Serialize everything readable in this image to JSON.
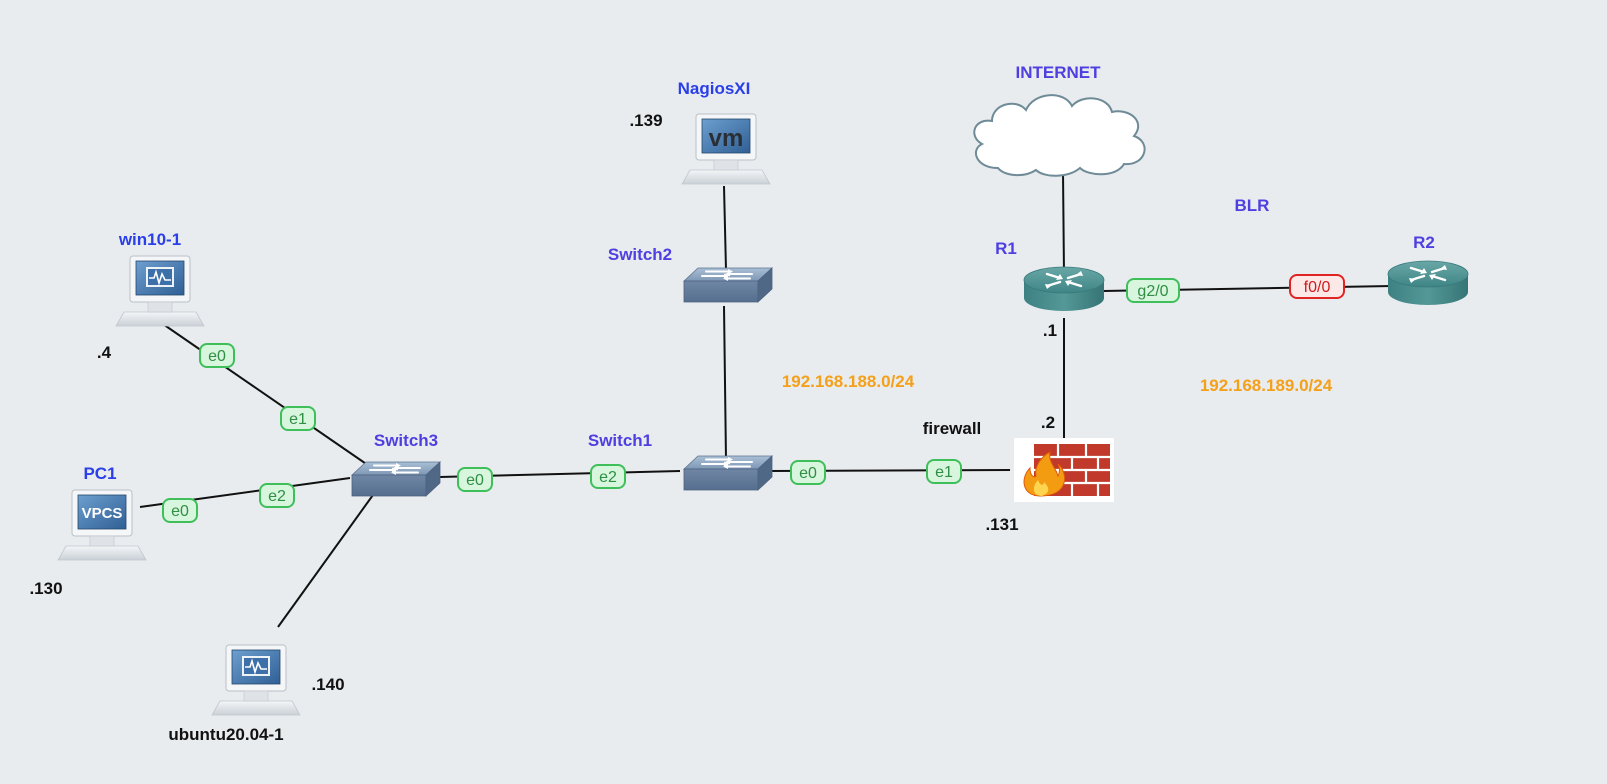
{
  "nodes": {
    "internet": {
      "label": "INTERNET",
      "icon": "cloud-icon"
    },
    "nagios": {
      "label": "NagiosXI",
      "addr": ".139",
      "icon": "vm-icon",
      "icon_text": "vm"
    },
    "win10": {
      "label": "win10-1",
      "addr": ".4",
      "icon": "desktop-monitor-icon"
    },
    "pc1": {
      "label": "PC1",
      "addr": ".130",
      "icon": "vpcs-icon",
      "icon_text": "VPCS"
    },
    "ubuntu": {
      "label": "ubuntu20.04-1",
      "addr": ".140",
      "icon": "desktop-monitor-icon"
    },
    "switch1": {
      "label": "Switch1",
      "icon": "ethernet-switch-icon"
    },
    "switch2": {
      "label": "Switch2",
      "icon": "ethernet-switch-icon"
    },
    "switch3": {
      "label": "Switch3",
      "icon": "ethernet-switch-icon"
    },
    "firewall": {
      "label": "firewall",
      "addr": ".131",
      "addr_r1_side": ".2",
      "icon": "firewall-icon"
    },
    "r1": {
      "label": "R1",
      "addr": ".1",
      "icon": "router-icon"
    },
    "r2": {
      "label": "R2",
      "icon": "router-icon"
    }
  },
  "ports": {
    "win10_e0": "e0",
    "sw3_e1": "e1",
    "pc1_e0": "e0",
    "sw3_e2": "e2",
    "sw3_e0": "e0",
    "sw1_e2": "e2",
    "sw1_e0": "e0",
    "fw_e1": "e1",
    "r1_g20": "g2/0",
    "r2_f00": "f0/0"
  },
  "annotations": {
    "subnet_188": "192.168.188.0/24",
    "subnet_189": "192.168.189.0/24",
    "blr": "BLR"
  },
  "colors": {
    "background": "#e8ecef",
    "node_label": "#4f3fe0",
    "link": "#111111",
    "port_ok_fill": "#d8f5dd",
    "port_ok_stroke": "#3fbf5a",
    "port_down_fill": "#fde8e8",
    "port_down_stroke": "#e02424",
    "subnet_label": "#f5a01a"
  }
}
